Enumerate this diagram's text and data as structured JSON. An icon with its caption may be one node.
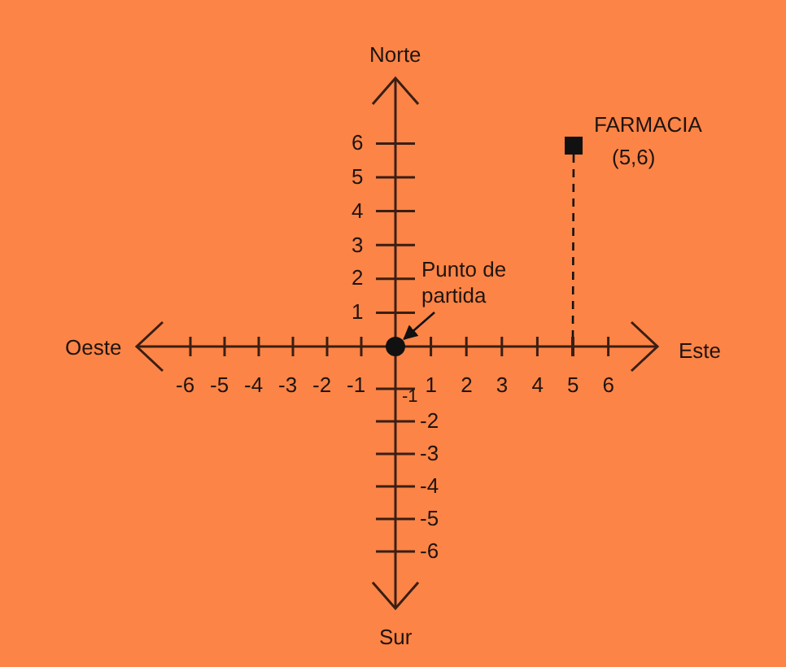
{
  "diagram": {
    "nodes": [
      {
        "text": [
          "Punto de partida"
        ]
      },
      {
        "text": [],
        "shape": "circle"
      },
      {
        "text": [],
        "shape": "box",
        "beside": [
          "FARMACIA",
          "(5,6)"
        ]
      },
      {
        "text": [],
        "shape": "bar"
      }
    ],
    "edges": [
      {
        "from": 0,
        "to": 1,
        "arrow": "to"
      },
      {
        "from": 2,
        "to": 3,
        "arrow": "none",
        "style": "dashed"
      }
    ],
    "labels": [
      "Norte",
      "6",
      "5",
      "4",
      "3",
      "2",
      "1",
      "Oeste",
      "Este",
      "-6",
      "-5",
      "-4",
      "-3",
      "-2",
      "-1",
      "-1",
      "1",
      "2",
      "3",
      "4",
      "5",
      "6",
      "-2",
      "-3",
      "-4",
      "-5",
      "-6",
      "Sur"
    ]
  }
}
